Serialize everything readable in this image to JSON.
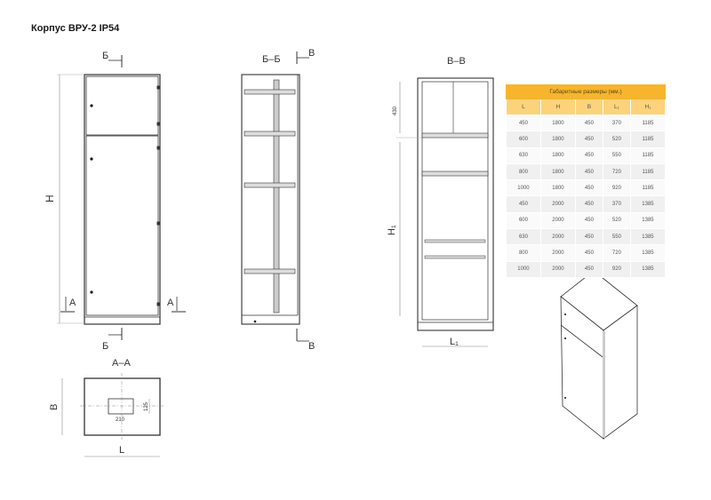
{
  "title": "Корпус ВРУ-2 IP54",
  "views": {
    "front": {
      "height_label": "H",
      "section_top": "Б",
      "section_bottom": "Б",
      "section_left": "А",
      "section_right": "А"
    },
    "side": {
      "title": "Б–Б",
      "section_top": "В",
      "section_bottom": "В"
    },
    "back": {
      "title": "В–В",
      "dim_top": "430",
      "height_label": "H₁",
      "width_label": "L₁"
    },
    "plan": {
      "title": "А–А",
      "depth_label": "В",
      "width_label": "L",
      "hole_width": "210",
      "hole_height": "125"
    }
  },
  "table": {
    "caption": "Габаритные размеры (мм.)",
    "columns": [
      "L",
      "H",
      "B",
      "L₁",
      "H₁"
    ],
    "rows": [
      [
        "450",
        "1800",
        "450",
        "370",
        "1185"
      ],
      [
        "600",
        "1800",
        "450",
        "520",
        "1185"
      ],
      [
        "630",
        "1800",
        "450",
        "550",
        "1185"
      ],
      [
        "800",
        "1800",
        "450",
        "720",
        "1185"
      ],
      [
        "1000",
        "1800",
        "450",
        "920",
        "1185"
      ],
      [
        "450",
        "2000",
        "450",
        "370",
        "1385"
      ],
      [
        "600",
        "2000",
        "450",
        "520",
        "1385"
      ],
      [
        "630",
        "2000",
        "450",
        "550",
        "1385"
      ],
      [
        "800",
        "2000",
        "450",
        "720",
        "1385"
      ],
      [
        "1000",
        "2000",
        "450",
        "920",
        "1385"
      ]
    ]
  },
  "colors": {
    "caption_bg": "#f6b52d",
    "header_bg": "#fcd37a",
    "row_even": "#f0f0f0",
    "row_odd": "#fafafa"
  }
}
